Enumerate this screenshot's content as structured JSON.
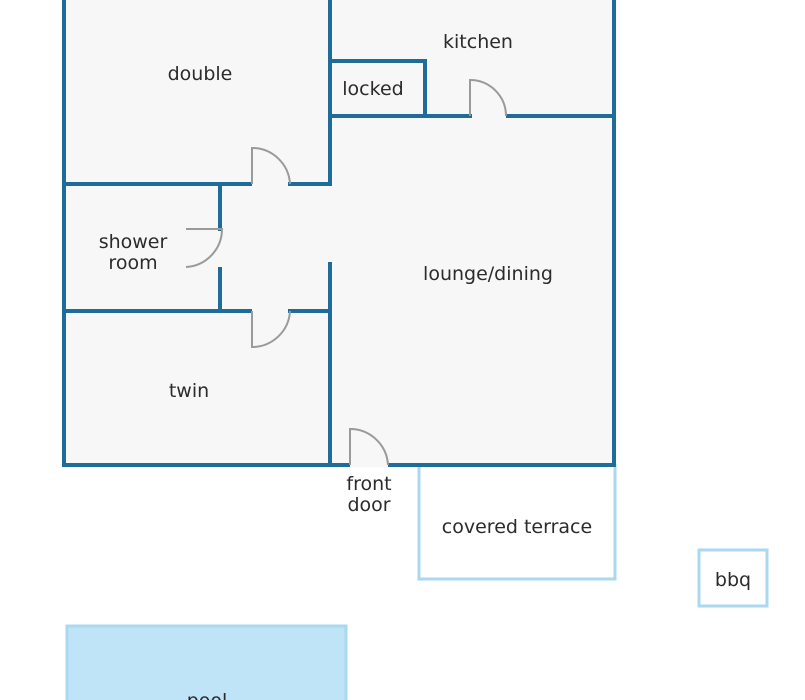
{
  "rooms": {
    "double": "double",
    "kitchen": "kitchen",
    "locked": "locked",
    "shower_line1": "shower",
    "shower_line2": "room",
    "lounge": "lounge/dining",
    "twin": "twin",
    "front_door_line1": "front",
    "front_door_line2": "door",
    "covered_terrace": "covered terrace",
    "bbq": "bbq",
    "pool": "pool"
  },
  "colors": {
    "wall": "#1f6b9a",
    "floor": "#f7f7f7",
    "outdoor_outline": "#a9d8ef",
    "pool_fill": "#bfe4f7",
    "door": "#9a9a9a"
  }
}
